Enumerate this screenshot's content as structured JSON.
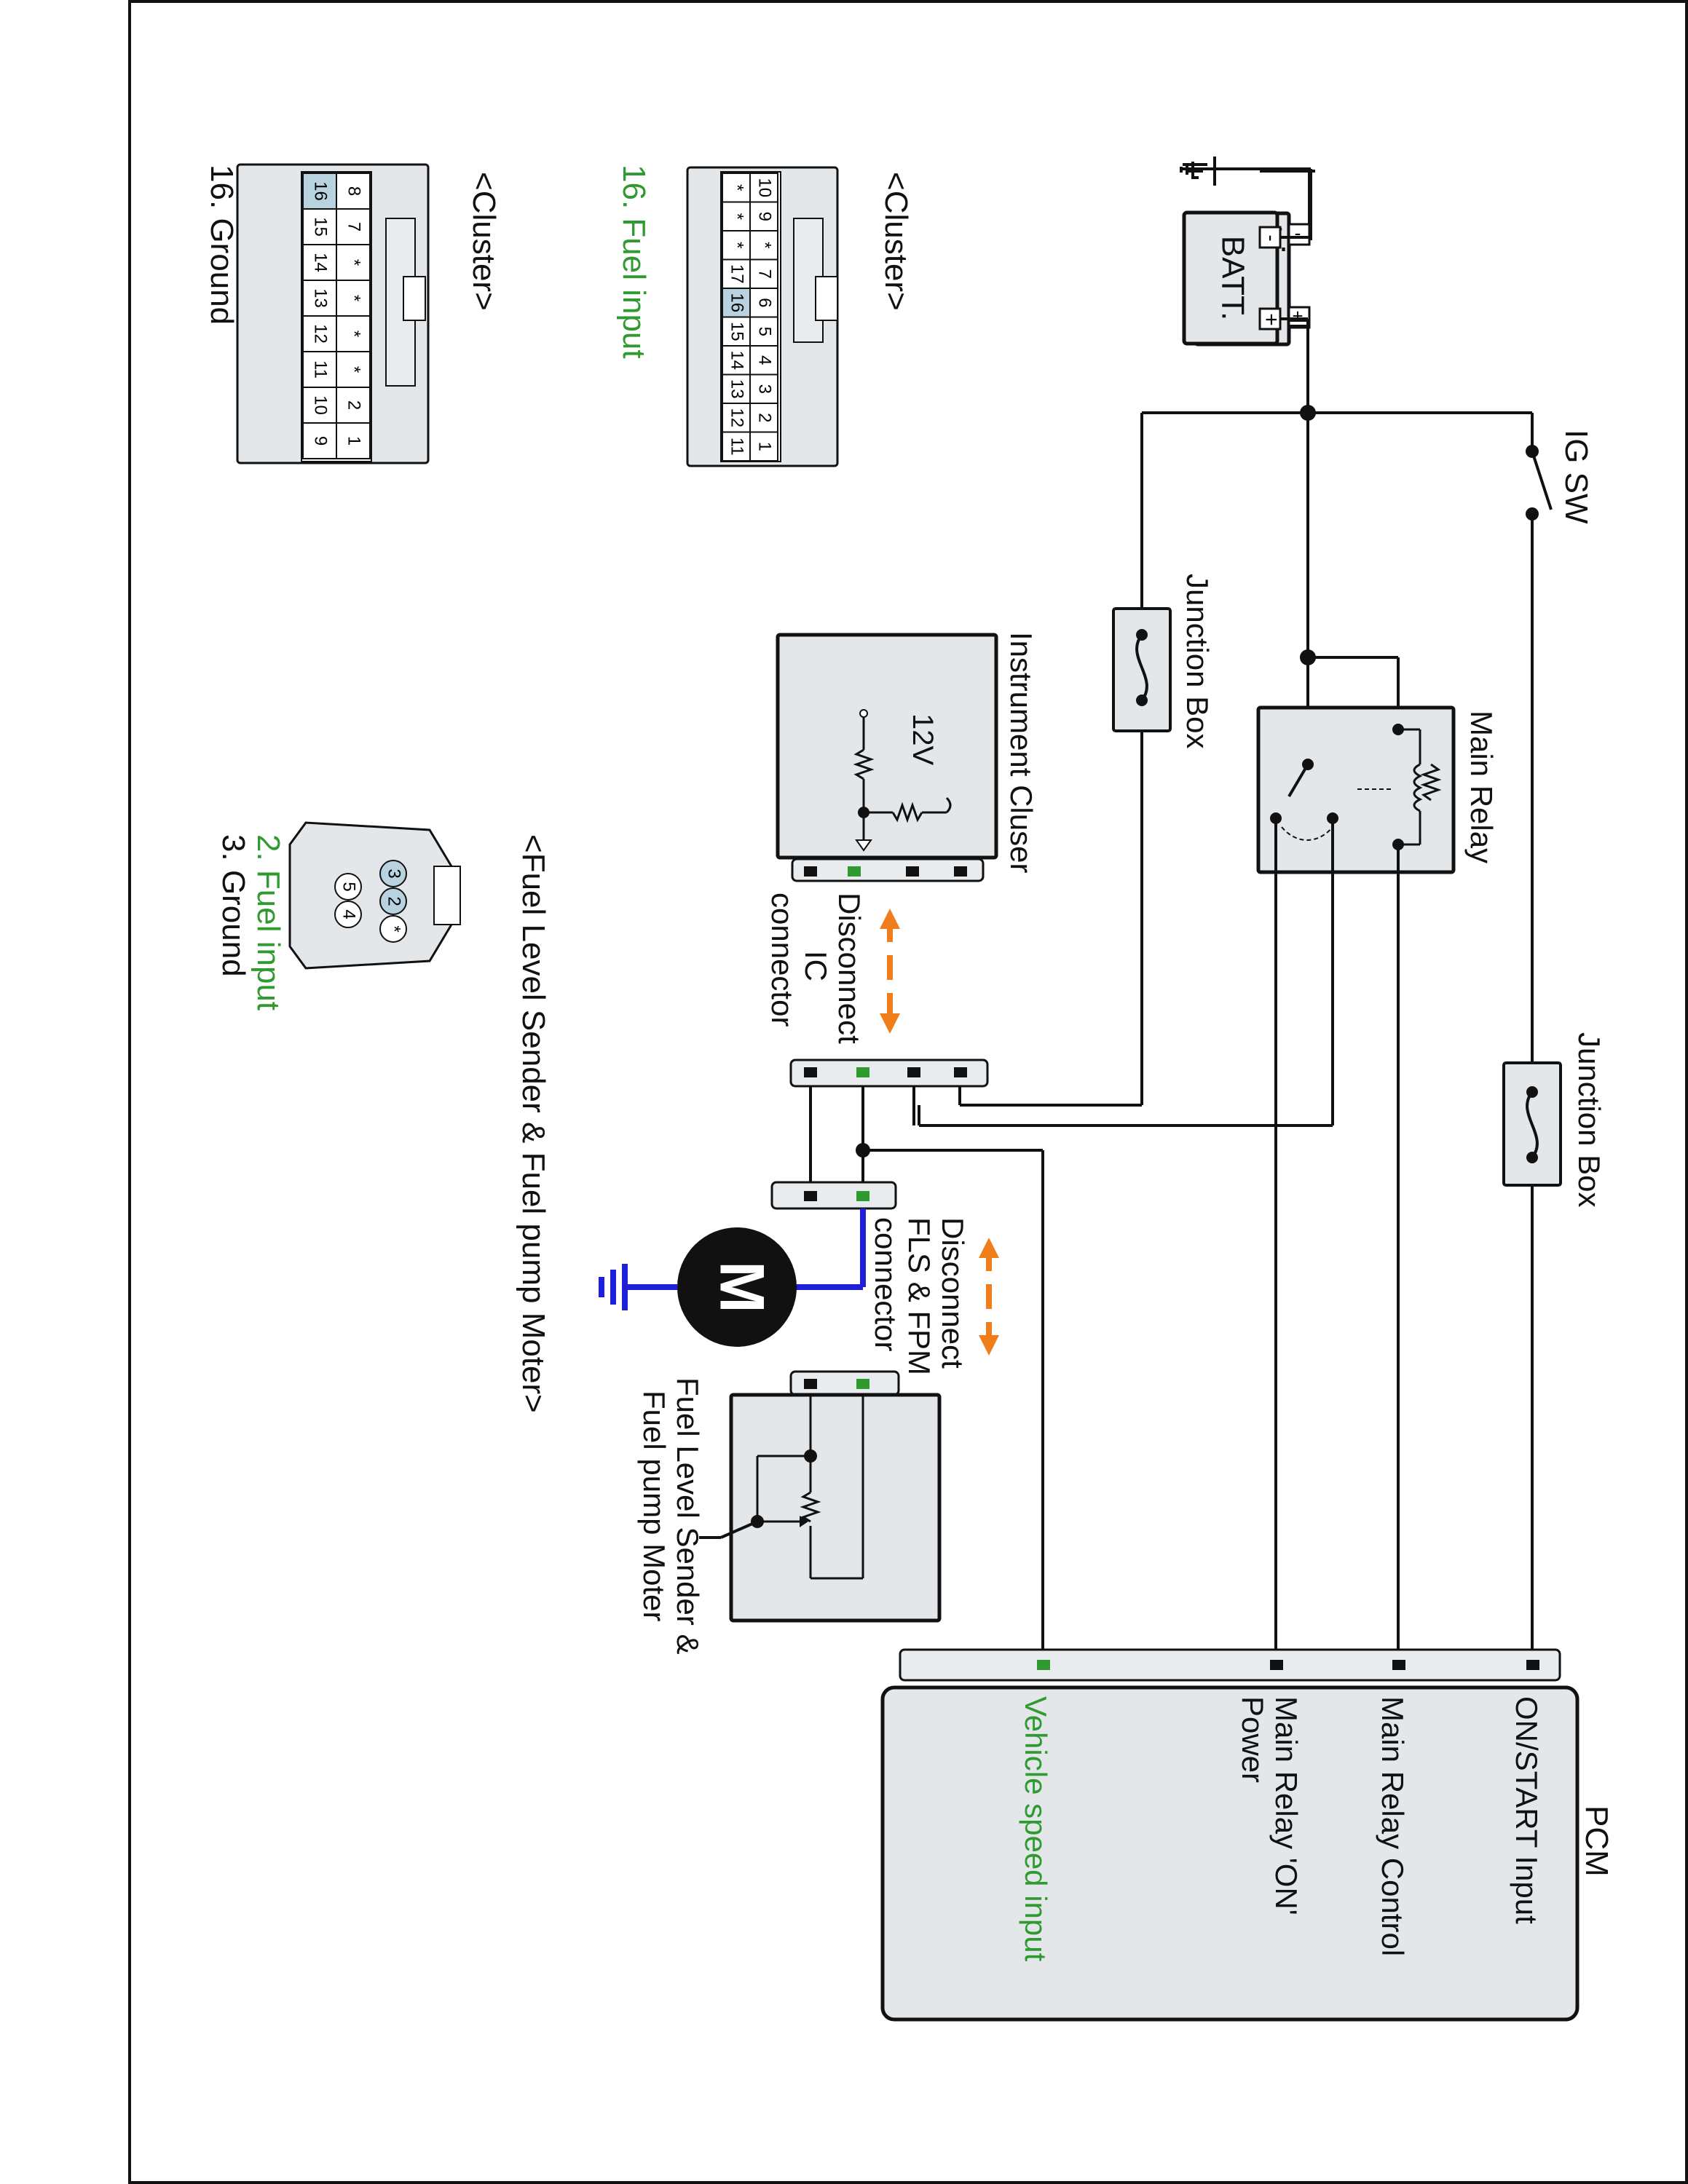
{
  "colors": {
    "signal_green": "#2f9a2f",
    "arrow_orange": "#f07d1c",
    "blue_wire": "#1f1fd6",
    "component_fill": "#e3e7ea",
    "highlight_pin": "#b8d3df"
  },
  "labels": {
    "batt": "BATT.",
    "batt_plus": "+",
    "batt_minus": "-",
    "ig_sw": "IG SW",
    "junction_box_top": "Junction Box",
    "junction_box_mid": "Junction Box",
    "main_relay": "Main Relay",
    "instrument_cluster": "Instrument Cluser",
    "ic_12v": "12V",
    "disconnect_ic": [
      "Disconnect",
      "IC",
      "connector"
    ],
    "disconnect_fls": [
      "Disconnect",
      "FLS & FPM",
      "connector"
    ],
    "fls_component": [
      "Fuel Level Sender &",
      "Fuel pump Moter"
    ],
    "pcm": "PCM",
    "pump_motor_symbol": "M"
  },
  "pcm_pins": [
    {
      "label": "ON/START Input",
      "signal": false
    },
    {
      "label": "Main Relay Control",
      "signal": false
    },
    {
      "label": "Main Relay 'ON'",
      "label2": "Power",
      "signal": false
    },
    {
      "label": "Vehicle speed input",
      "signal": true
    }
  ],
  "cluster_connector_a": {
    "title": "<Cluster>",
    "caption": "16. Fuel input",
    "pins_row1": [
      "10",
      "9",
      "*",
      "7",
      "6",
      "5",
      "4",
      "3",
      "2",
      "1"
    ],
    "pins_row2": [
      "*",
      "*",
      "*",
      "17",
      "16",
      "15",
      "14",
      "13",
      "12",
      "11"
    ],
    "highlight": "16"
  },
  "cluster_connector_b": {
    "title": "<Cluster>",
    "caption": "16. Ground",
    "pins_row1": [
      "8",
      "7",
      "*",
      "*",
      "*",
      "*",
      "2",
      "1"
    ],
    "pins_row2": [
      "16",
      "15",
      "14",
      "13",
      "12",
      "11",
      "10",
      "9"
    ],
    "highlight": "16"
  },
  "fls_connector": {
    "title": "<Fuel Level Sender & Fuel pump Moter>",
    "pins_top": [
      "3",
      "2",
      "*"
    ],
    "pins_bottom": [
      "5",
      "4"
    ],
    "highlight": [
      "3",
      "2"
    ],
    "caption_signal": "2. Fuel input",
    "caption_ground": "3. Ground"
  }
}
